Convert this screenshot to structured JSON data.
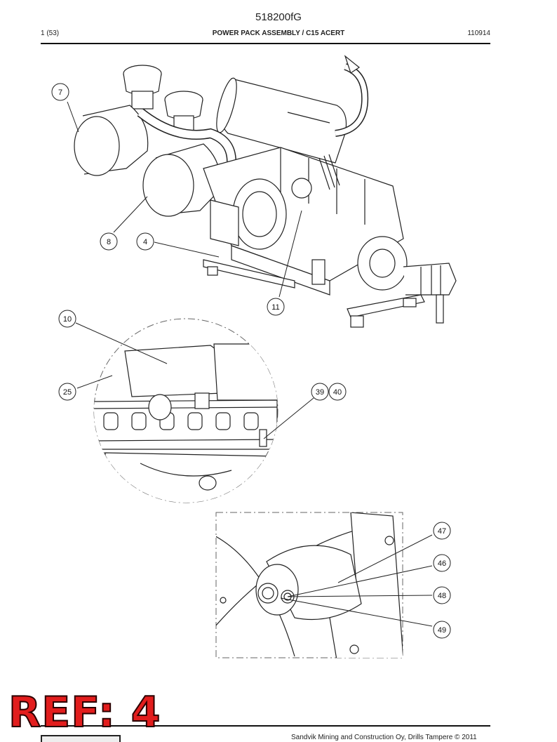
{
  "document": {
    "doc_id": "518200fG",
    "page": "1 (53)",
    "title": "POWER PACK ASSEMBLY / C15 ACERT",
    "date_code": "110914",
    "footer": "Sandvik Mining and Construction Oy, Drills Tampere © 2011"
  },
  "stamp": {
    "text": "REF: 4",
    "color": "#e21d1d"
  },
  "callouts": {
    "c7": "7",
    "c8": "8",
    "c4": "4",
    "c11": "11",
    "c10": "10",
    "c25": "25",
    "c39": "39",
    "c40": "40",
    "c47": "47",
    "c46": "46",
    "c48": "48",
    "c49": "49"
  }
}
